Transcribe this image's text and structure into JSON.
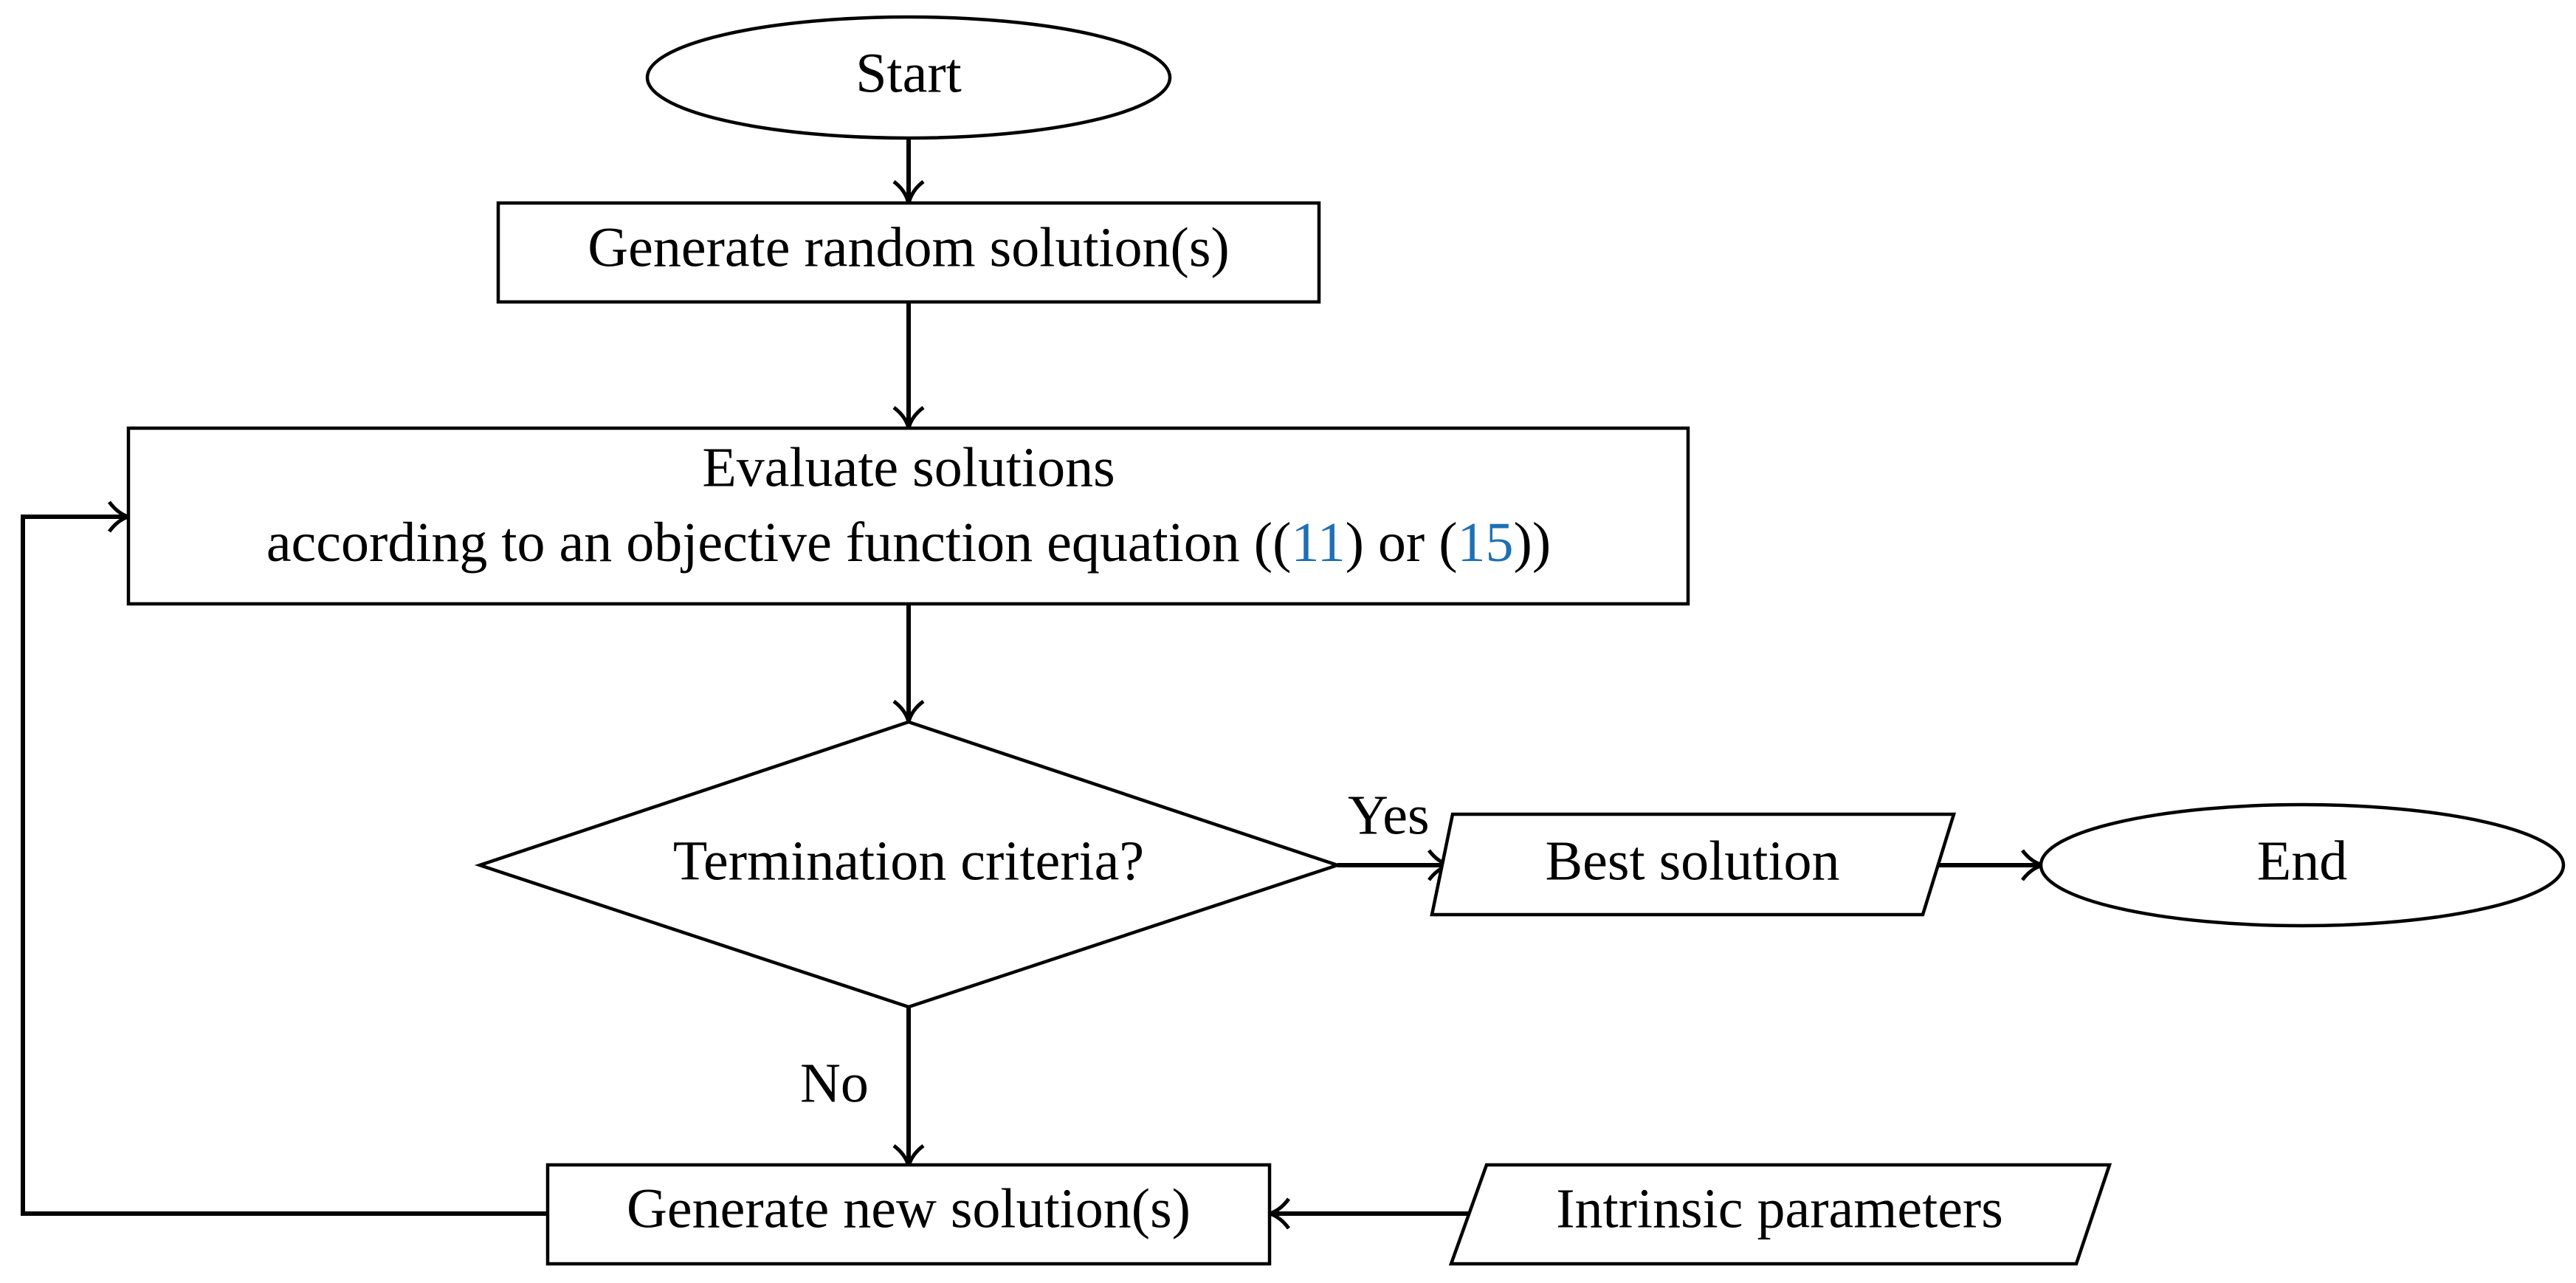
{
  "nodes": {
    "start": {
      "label": "Start"
    },
    "generate_random": {
      "label": "Generate random solution(s)"
    },
    "evaluate": {
      "line1": "Evaluate solutions",
      "line2_prefix": "according to an objective function equation ((",
      "ref1": "11",
      "line2_middle": ") or (",
      "ref2": "15",
      "line2_suffix": "))"
    },
    "termination": {
      "label": "Termination criteria?"
    },
    "best_solution": {
      "label": "Best solution"
    },
    "end": {
      "label": "End"
    },
    "generate_new": {
      "label": "Generate new solution(s)"
    },
    "intrinsic": {
      "label": "Intrinsic parameters"
    }
  },
  "edges": {
    "yes_label": "Yes",
    "no_label": "No"
  },
  "colors": {
    "reference_link": "#1f6fb4",
    "stroke": "#000000"
  }
}
